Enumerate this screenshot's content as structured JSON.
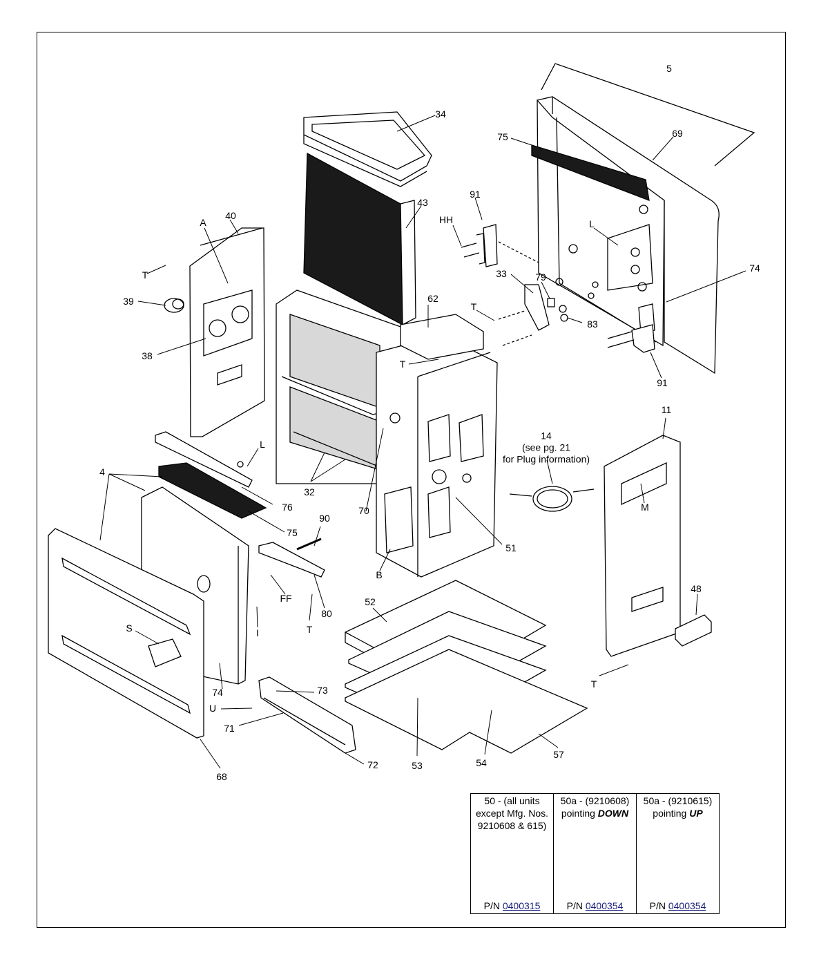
{
  "callouts": [
    {
      "id": "c5",
      "text": "5"
    },
    {
      "id": "c34",
      "text": "34"
    },
    {
      "id": "c69",
      "text": "69"
    },
    {
      "id": "c75a",
      "text": "75"
    },
    {
      "id": "c43",
      "text": "43"
    },
    {
      "id": "c91a",
      "text": "91"
    },
    {
      "id": "cHH",
      "text": "HH"
    },
    {
      "id": "cA",
      "text": "A"
    },
    {
      "id": "c40",
      "text": "40"
    },
    {
      "id": "cLa",
      "text": "L"
    },
    {
      "id": "c74a",
      "text": "74"
    },
    {
      "id": "cTa",
      "text": "T"
    },
    {
      "id": "c33",
      "text": "33"
    },
    {
      "id": "c79",
      "text": "79"
    },
    {
      "id": "c39",
      "text": "39"
    },
    {
      "id": "c62",
      "text": "62"
    },
    {
      "id": "cTb",
      "text": "T"
    },
    {
      "id": "c83",
      "text": "83"
    },
    {
      "id": "c38",
      "text": "38"
    },
    {
      "id": "cTc",
      "text": "T"
    },
    {
      "id": "c91b",
      "text": "91"
    },
    {
      "id": "c11",
      "text": "11"
    },
    {
      "id": "cLb",
      "text": "L"
    },
    {
      "id": "c4",
      "text": "4"
    },
    {
      "id": "c32",
      "text": "32"
    },
    {
      "id": "cM",
      "text": "M"
    },
    {
      "id": "c76",
      "text": "76"
    },
    {
      "id": "c70",
      "text": "70"
    },
    {
      "id": "c90",
      "text": "90"
    },
    {
      "id": "c75b",
      "text": "75"
    },
    {
      "id": "c51",
      "text": "51"
    },
    {
      "id": "cB",
      "text": "B"
    },
    {
      "id": "cFF",
      "text": "FF"
    },
    {
      "id": "c48",
      "text": "48"
    },
    {
      "id": "c80",
      "text": "80"
    },
    {
      "id": "c52",
      "text": "52"
    },
    {
      "id": "cI",
      "text": "I"
    },
    {
      "id": "cTd",
      "text": "T"
    },
    {
      "id": "cS",
      "text": "S"
    },
    {
      "id": "cTe",
      "text": "T"
    },
    {
      "id": "c74b",
      "text": "74"
    },
    {
      "id": "c73",
      "text": "73"
    },
    {
      "id": "cU",
      "text": "U"
    },
    {
      "id": "c71",
      "text": "71"
    },
    {
      "id": "c57",
      "text": "57"
    },
    {
      "id": "c54",
      "text": "54"
    },
    {
      "id": "c53",
      "text": "53"
    },
    {
      "id": "c72",
      "text": "72"
    },
    {
      "id": "c68",
      "text": "68"
    }
  ],
  "note14": {
    "line1": "14",
    "line2": "(see pg. 21",
    "line3": "for Plug information)"
  },
  "legend": [
    {
      "line1": "50 - (all units",
      "line2": "except Mfg. Nos.",
      "line3": "9210608 & 615)",
      "dir": "",
      "pn_prefix": "P/N ",
      "pn": "0400315"
    },
    {
      "line1": "50a - (9210608)",
      "line2": "pointing ",
      "line3": "",
      "dir": "DOWN",
      "pn_prefix": "P/N ",
      "pn": "0400354"
    },
    {
      "line1": "50a - (9210615)",
      "line2": "pointing ",
      "line3": "",
      "dir": "UP",
      "pn_prefix": "P/N ",
      "pn": "0400354"
    }
  ],
  "colors": {
    "ink": "#000000",
    "gray": "#d8d8d8",
    "dark": "#1a1a1a",
    "link": "#1a237e"
  }
}
